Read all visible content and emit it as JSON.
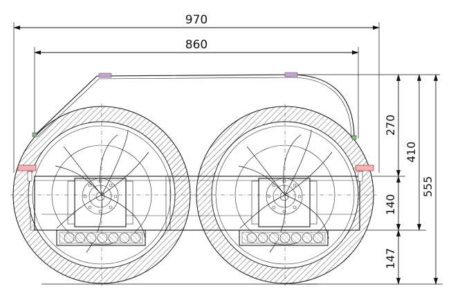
{
  "dimensions": {
    "overall_width": "970",
    "track_width": "860",
    "upper_height": "270",
    "mid_height": "410",
    "total_height": "555",
    "frame_height": "140",
    "ground_clearance": "147"
  }
}
